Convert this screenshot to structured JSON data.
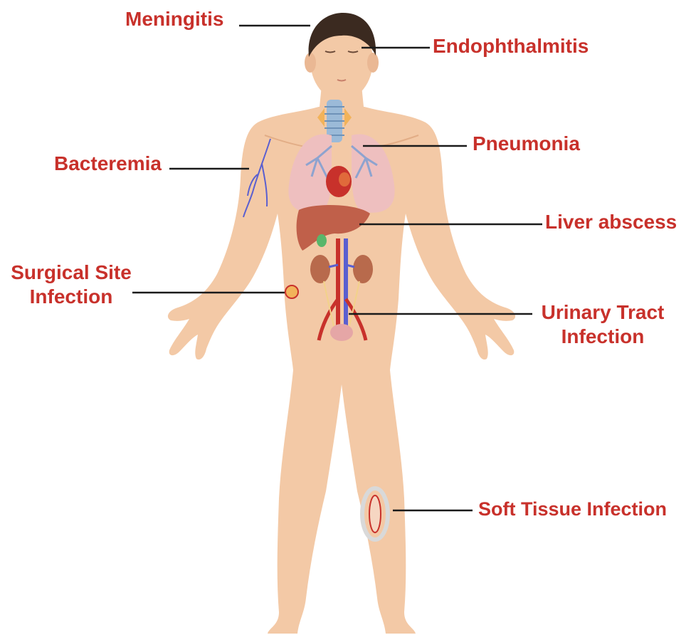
{
  "colors": {
    "label_text": "#c8312b",
    "leader_line": "#1a1a1a",
    "skin": "#f3c9a6",
    "skin_shadow": "#e2ad86",
    "hair": "#3b2a20",
    "lungs": "#eebfbf",
    "airway": "#9bbad8",
    "liver": "#c0604a",
    "kidney": "#b86a4c",
    "vein": "#5a5fd0",
    "artery": "#c8312b",
    "bladder": "#e5a6a6"
  },
  "labels": {
    "meningitis": "Meningitis",
    "endophthalmitis": "Endophthalmitis",
    "pneumonia": "Pneumonia",
    "bacteremia": "Bacteremia",
    "liver_abscess": "Liver abscess",
    "surgical_site_line1": "Surgical Site",
    "surgical_site_line2": "Infection",
    "uti_line1": "Urinary Tract",
    "uti_line2": "Infection",
    "soft_tissue": "Soft Tissue Infection"
  },
  "icons": {
    "body": "human-body-figure",
    "lungs": "lungs-icon",
    "liver": "liver-icon",
    "kidneys": "kidney-icon",
    "wound": "wound-icon"
  }
}
